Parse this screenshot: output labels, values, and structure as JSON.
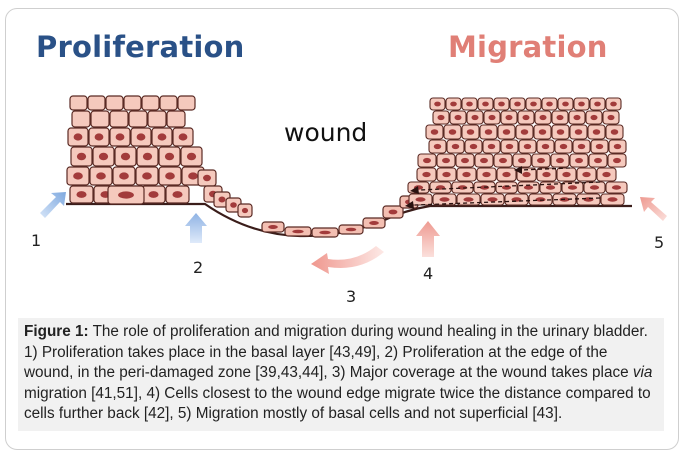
{
  "titles": {
    "proliferation": "Proliferation",
    "migration": "Migration",
    "wound": "wound"
  },
  "markers": [
    "1",
    "2",
    "3",
    "4",
    "5"
  ],
  "caption": {
    "label": "Figure 1:",
    "part1": " The role of proliferation and migration during wound healing in the urinary bladder. 1) Proliferation takes place in the basal layer [43,49], 2) Proliferation at the edge of the wound, in the peri-damaged zone [39,43,44], 3) Major coverage at the wound takes place ",
    "italic": "via",
    "part2": " migration [41,51], 4) Cells closest to the wound edge migrate twice the distance compared to cells further back [42], 5) Migration mostly of basal cells and not superficial [43]."
  },
  "colors": {
    "proliferation_title": "#2a5187",
    "migration_title": "#e07f76",
    "cell_fill": "#f5c9bd",
    "cell_stroke": "#5a2a24",
    "nucleus": "#a23b3b",
    "blue_arrow": "#9fc1ea",
    "pink_arrow": "#f0a69e"
  }
}
